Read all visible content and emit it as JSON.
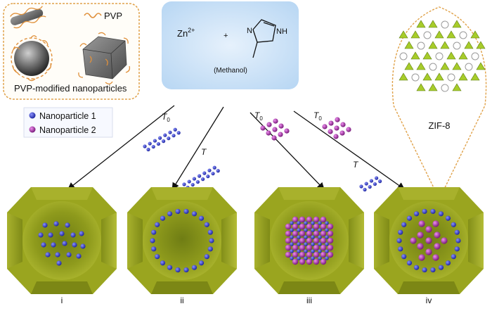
{
  "inset": {
    "pvp_label": "PVP",
    "caption": "PVP-modified nanoparticles"
  },
  "reagents": {
    "metal": "Zn",
    "metal_charge": "2+",
    "plus": "+",
    "nh_label": "NH",
    "n_label": "N",
    "solvent": "(Methanol)"
  },
  "legend": {
    "np1": "Nanoparticle 1",
    "np2": "Nanoparticle 2"
  },
  "zif": {
    "label": "ZIF-8"
  },
  "times": {
    "t0": "T",
    "t0_sub": "0",
    "t": "T"
  },
  "panels": [
    "i",
    "ii",
    "iii",
    "iv"
  ],
  "colors": {
    "np1": "#3b44c8",
    "np2": "#b03ab0",
    "crystal": "#9aa51f",
    "crystal_dark": "#5d6a10",
    "reagent_box": "#cfe4f8",
    "inset_border": "#e0a24a",
    "pvp": "#e0913c",
    "zif_green": "#a7cc2a"
  }
}
